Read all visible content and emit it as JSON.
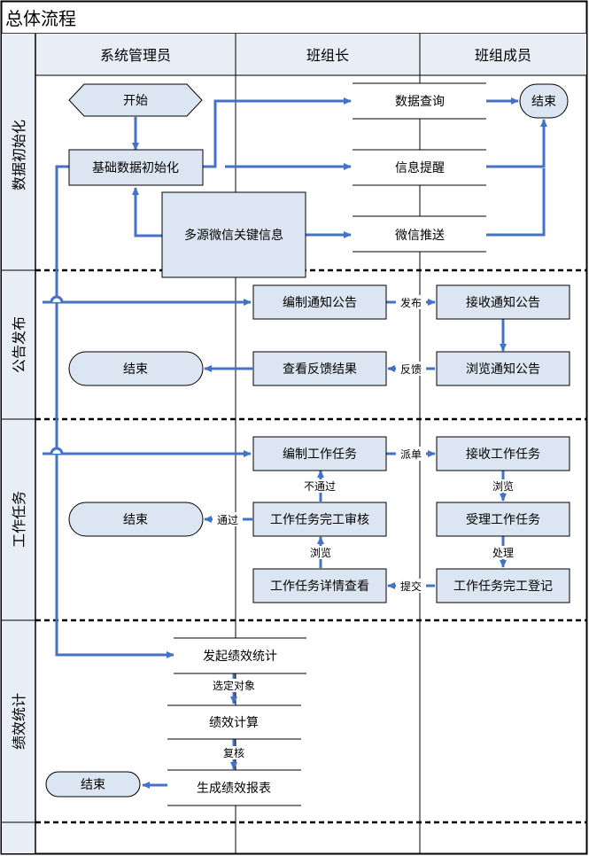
{
  "title": "总体流程",
  "columns": [
    "系统管理员",
    "班组长",
    "班组成员"
  ],
  "lanes": [
    "数据初始化",
    "公告发布",
    "工作任务",
    "绩效统计"
  ],
  "colors": {
    "arrow": "#4472c4",
    "box_fill": "#dce6f2",
    "header_fill": "#e8edf6",
    "border": "#000000"
  },
  "nodes": {
    "start": "开始",
    "base_init": "基础数据初始化",
    "multi_source": "多源微信关键信息",
    "data_query": "数据查询",
    "info_remind": "信息提醒",
    "wechat_push": "微信推送",
    "end_init": "结束",
    "compose_notice": "编制通知公告",
    "receive_notice": "接收通知公告",
    "view_feedback": "查看反馈结果",
    "browse_notice": "浏览通知公告",
    "end_notice": "结束",
    "compose_task": "编制工作任务",
    "receive_task": "接收工作任务",
    "accept_task": "受理工作任务",
    "review_task": "工作任务完工审核",
    "detail_task": "工作任务详情查看",
    "register_task": "工作任务完工登记",
    "end_task": "结束",
    "start_stats": "发起绩效统计",
    "calc_stats": "绩效计算",
    "gen_report": "生成绩效报表",
    "end_stats": "结束"
  },
  "edge_labels": {
    "publish": "发布",
    "feedback": "反馈",
    "dispatch": "派单",
    "browse": "浏览",
    "not_pass": "不通过",
    "pass": "通过",
    "browse2": "浏览",
    "process": "处理",
    "submit": "提交",
    "select_target": "选定对象",
    "recheck": "复核"
  }
}
